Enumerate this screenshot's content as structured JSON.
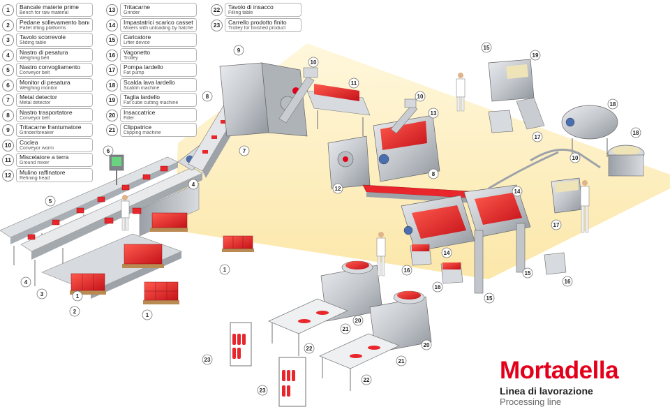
{
  "legend": {
    "col1": [
      {
        "num": "1",
        "it": "Bancale materie prime",
        "en": "Bench for raw material"
      },
      {
        "num": "2",
        "it": "Pedane sollevamento bancale",
        "en": "Pallet lifting platforms"
      },
      {
        "num": "3",
        "it": "Tavolo scorrevole",
        "en": "Sliding table"
      },
      {
        "num": "4",
        "it": "Nastro di pesatura",
        "en": "Weighing belt"
      },
      {
        "num": "5",
        "it": "Nastro convogliamento",
        "en": "Conveyor belt"
      },
      {
        "num": "6",
        "it": "Monitor di pesatura",
        "en": "Weighing monitor"
      },
      {
        "num": "7",
        "it": "Metal detector",
        "en": "Metal detector"
      },
      {
        "num": "8",
        "it": "Nastro trasportatore",
        "en": "Conveyor belt"
      },
      {
        "num": "9",
        "it": "Tritacarne frantumatore",
        "en": "Grinder/breaker"
      },
      {
        "num": "10",
        "it": "Coclea",
        "en": "Conveyor worm"
      },
      {
        "num": "11",
        "it": "Miscelatore a terra",
        "en": "Ground mixer"
      },
      {
        "num": "12",
        "it": "Mulino raffinatore",
        "en": "Refining head"
      }
    ],
    "col2": [
      {
        "num": "13",
        "it": "Tritacarne",
        "en": "Grinder"
      },
      {
        "num": "14",
        "it": "Impastatrici scarico cassetti",
        "en": "Mixers with unloading by hatches"
      },
      {
        "num": "15",
        "it": "Caricatore",
        "en": "Lifter device"
      },
      {
        "num": "16",
        "it": "Vagonetto",
        "en": "Trolley"
      },
      {
        "num": "17",
        "it": "Pompa lardello",
        "en": "Fat pump"
      },
      {
        "num": "18",
        "it": "Scalda lava lardello",
        "en": "Scaldin machine"
      },
      {
        "num": "19",
        "it": "Taglia lardello",
        "en": "Fat cube cutting machine"
      },
      {
        "num": "20",
        "it": "Insaccatrice",
        "en": "Filler"
      },
      {
        "num": "21",
        "it": "Clippatrice",
        "en": "Clipping machine"
      }
    ],
    "col3": [
      {
        "num": "22",
        "it": "Tavolo di insacco",
        "en": "Filling table"
      },
      {
        "num": "23",
        "it": "Carrello prodotto finito",
        "en": "Trolley for finished product"
      }
    ]
  },
  "title": {
    "main": "Mortadella",
    "sub_it": "Linea di lavorazione",
    "sub_en": "Processing line"
  },
  "callouts": [
    "1",
    "1",
    "1",
    "2",
    "3",
    "4",
    "4",
    "5",
    "6",
    "7",
    "8",
    "8",
    "9",
    "10",
    "10",
    "10",
    "11",
    "12",
    "13",
    "14",
    "14",
    "15",
    "15",
    "15",
    "16",
    "16",
    "16",
    "17",
    "17",
    "18",
    "18",
    "19",
    "20",
    "20",
    "21",
    "21",
    "22",
    "22",
    "23",
    "23"
  ],
  "colors": {
    "accent": "#e3001b",
    "meat": "#e8262b",
    "steel": "#c9ccd0",
    "glow": "#fbe9a6"
  }
}
